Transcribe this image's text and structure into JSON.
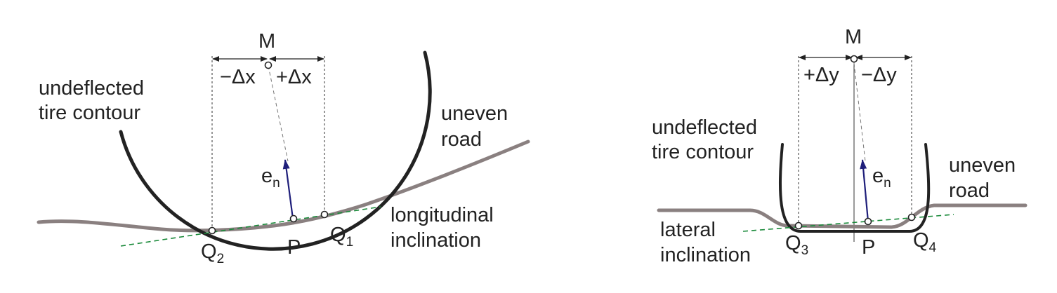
{
  "left_panel": {
    "center_label": "M",
    "minus_dx_label": "−Δx",
    "plus_dx_label": "+Δx",
    "tire_label": [
      "undeflected",
      "tire contour"
    ],
    "road_label": [
      "uneven",
      "road"
    ],
    "normal_label": "e",
    "normal_sub": "n",
    "inclination_label": [
      "longitudinal",
      "inclination"
    ],
    "q2_label": "Q",
    "q2_sub": "2",
    "p_label": "P",
    "q1_label": "Q",
    "q1_sub": "1"
  },
  "right_panel": {
    "center_label": "M",
    "plus_dy_label": "+Δy",
    "minus_dy_label": "−Δy",
    "tire_label": [
      "undeflected",
      "tire contour"
    ],
    "road_label": [
      "uneven",
      "road"
    ],
    "normal_label": "e",
    "normal_sub": "n",
    "inclination_label": [
      "lateral",
      "inclination"
    ],
    "q3_label": "Q",
    "q3_sub": "3",
    "p_label": "P",
    "q4_label": "Q",
    "q4_sub": "4"
  },
  "colors": {
    "tire": "#222222",
    "road": "#8a8080",
    "inclination": "#1a8a3a",
    "normal_vector": "#1e1e7a"
  }
}
